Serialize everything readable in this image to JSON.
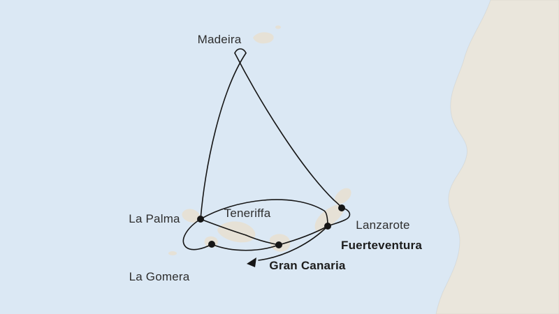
{
  "colors": {
    "sea": "#dbe8f4",
    "mainland": "#eae6dc",
    "island": "#e6e1d6",
    "route": "#161616",
    "label_text": "#2e2e2e"
  },
  "ports": [
    {
      "label": "Madeira",
      "emphasis": false,
      "port_marker": false
    },
    {
      "label": "La Palma",
      "emphasis": false,
      "port_marker": true
    },
    {
      "label": "Teneriffa",
      "emphasis": false,
      "port_marker": false
    },
    {
      "label": "Lanzarote",
      "emphasis": false,
      "port_marker": true
    },
    {
      "label": "Fuerteventura",
      "emphasis": true,
      "port_marker": true
    },
    {
      "label": "Gran Canaria",
      "emphasis": true,
      "port_marker": true
    },
    {
      "label": "La Gomera",
      "emphasis": false,
      "port_marker": true
    }
  ]
}
